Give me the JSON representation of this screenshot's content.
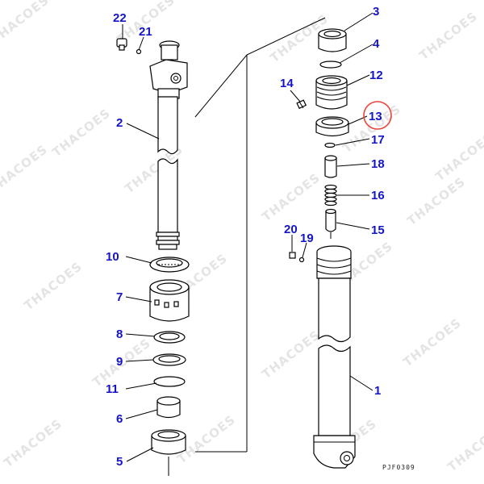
{
  "diagram": {
    "watermark": "THACOES",
    "drawing_code": "PJF0309",
    "highlighted_label": "13",
    "highlight_color": "#e8453c",
    "label_color": "#1515c8"
  },
  "labels": [
    {
      "id": "22",
      "text": "22"
    },
    {
      "id": "21",
      "text": "21"
    },
    {
      "id": "2",
      "text": "2"
    },
    {
      "id": "10",
      "text": "10"
    },
    {
      "id": "7",
      "text": "7"
    },
    {
      "id": "8",
      "text": "8"
    },
    {
      "id": "9",
      "text": "9"
    },
    {
      "id": "11",
      "text": "11"
    },
    {
      "id": "6",
      "text": "6"
    },
    {
      "id": "5",
      "text": "5"
    },
    {
      "id": "3",
      "text": "3"
    },
    {
      "id": "4",
      "text": "4"
    },
    {
      "id": "14",
      "text": "14"
    },
    {
      "id": "12",
      "text": "12"
    },
    {
      "id": "13",
      "text": "13"
    },
    {
      "id": "17",
      "text": "17"
    },
    {
      "id": "18",
      "text": "18"
    },
    {
      "id": "16",
      "text": "16"
    },
    {
      "id": "15",
      "text": "15"
    },
    {
      "id": "20",
      "text": "20"
    },
    {
      "id": "19",
      "text": "19"
    },
    {
      "id": "1",
      "text": "1"
    }
  ]
}
